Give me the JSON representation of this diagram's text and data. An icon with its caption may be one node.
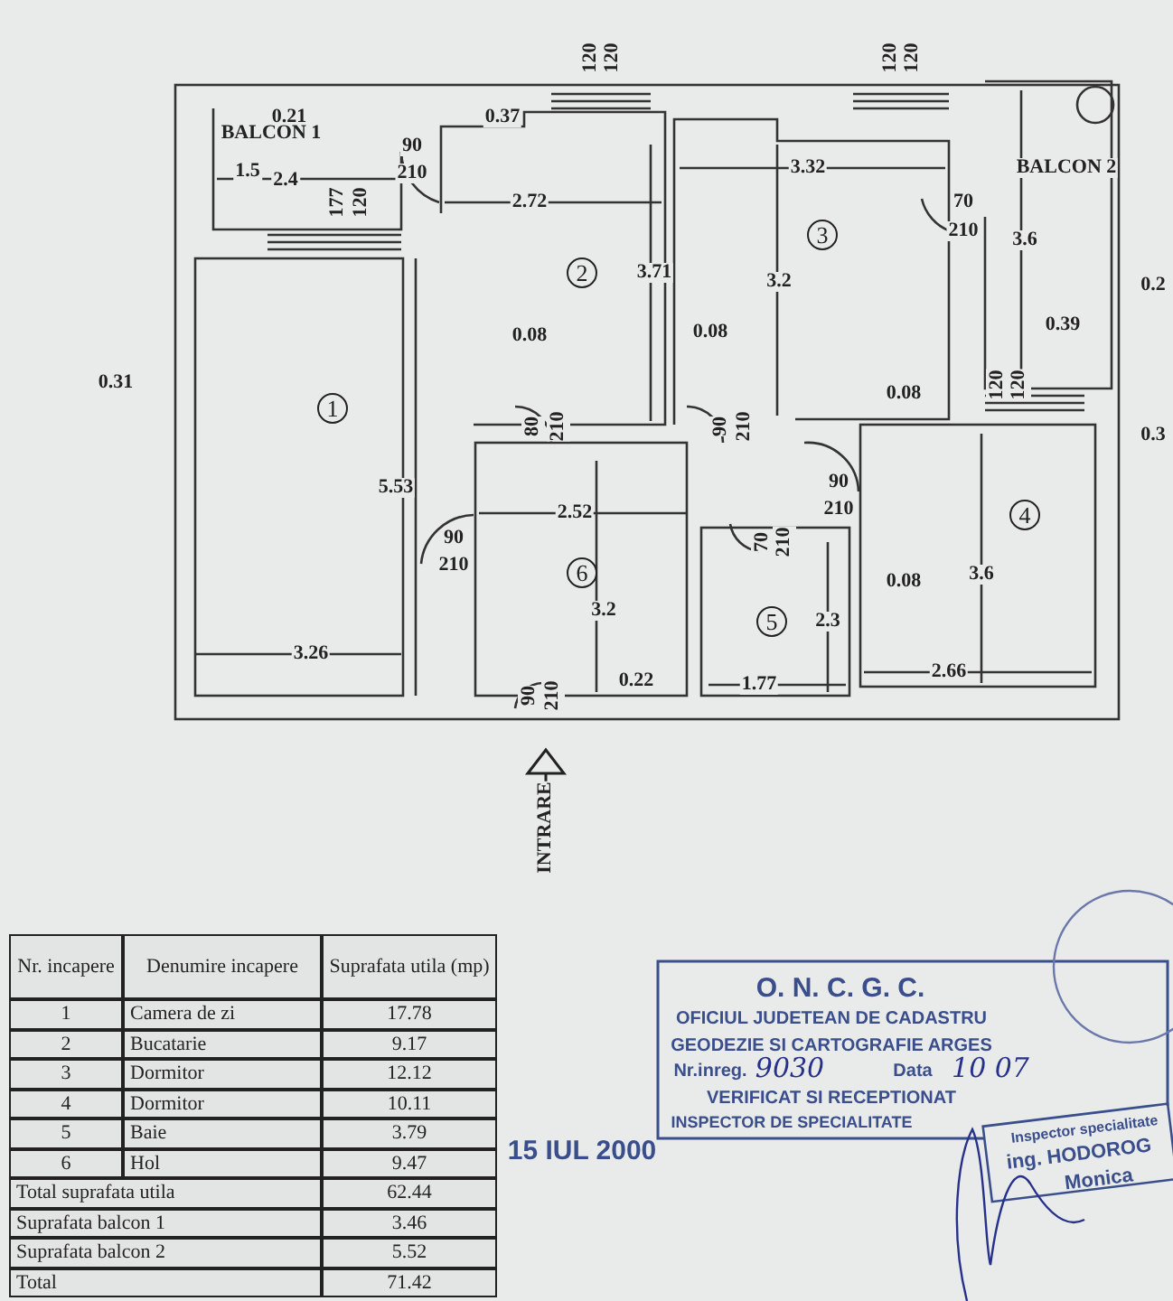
{
  "diagram": {
    "labels": [
      "120",
      "120",
      "120",
      "120",
      "0.21",
      "0.37",
      "BALCON 1",
      "90",
      "1.5",
      "2.4",
      "210",
      "3.32",
      "BALCON 2",
      "177",
      "120",
      "2.72",
      "70",
      "3",
      "210",
      "3.6",
      "2",
      "3.71",
      "3.2",
      "0.2",
      "0.08",
      "0.08",
      "0.39",
      "0.31",
      "1",
      "0.08",
      "120",
      "120",
      "80",
      "210",
      "90",
      "210",
      "0.3",
      "5.53",
      "2.52",
      "90",
      "210",
      "4",
      "90",
      "210",
      "6",
      "70",
      "210",
      "0.08",
      "3.6",
      "3.2",
      "5",
      "2.3",
      "3.26",
      "90",
      "210",
      "0.22",
      "1.77",
      "2.66",
      "INTRARE",
      "Nr. incapere",
      "Denumire incapere",
      "Suprafata utila (mp)",
      "1",
      "Camera de zi",
      "17.78",
      "2",
      "Bucatarie",
      "9.17",
      "3",
      "Dormitor",
      "12.12",
      "4",
      "Dormitor",
      "10.11",
      "5",
      "Baie",
      "3.79",
      "6",
      "Hol",
      "9.47",
      "Total suprafata utila",
      "62.44",
      "Suprafata balcon 1",
      "3.46",
      "Suprafata balcon 2",
      "5.52",
      "Total",
      "71.42",
      "O. N. C. G. C.",
      "OFICIUL JUDETEAN DE CADASTRU",
      "GEODEZIE SI CARTOGRAFIE ARGES",
      "Nr.inreg.",
      "9030",
      "Data",
      "10 07",
      "VERIFICAT SI RECEPTIONAT",
      "INSPECTOR DE SPECIALITATE",
      "15 IUL 2000",
      "Inspector specialitate",
      "ing. HODOROG",
      "Monica"
    ]
  }
}
